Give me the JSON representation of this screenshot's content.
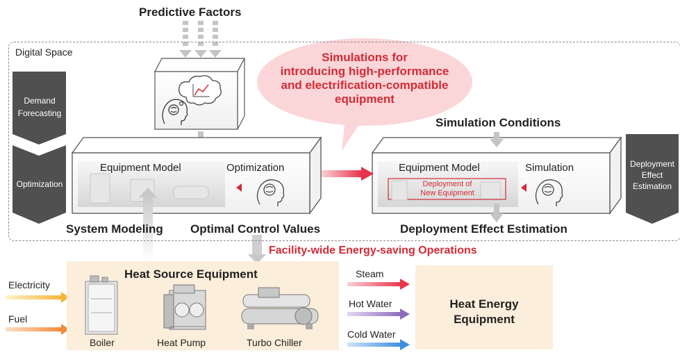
{
  "title": "Predictive Factors",
  "digital_space_label": "Digital Space",
  "bubble": {
    "line1": "Simulations for",
    "line2": "introducing high-performance",
    "line3": "and electrification-compatible",
    "line4": "equipment"
  },
  "left_chevrons": {
    "demand_line1": "Demand",
    "demand_line2": "Forecasting",
    "optimization": "Optimization"
  },
  "right_chevron": {
    "line1": "Deployment",
    "line2": "Effect",
    "line3": "Estimation"
  },
  "left_block": {
    "equipment_model": "Equipment Model",
    "optimization": "Optimization"
  },
  "right_block": {
    "equipment_model": "Equipment Model",
    "simulation": "Simulation",
    "deployment_line1": "Deployment of",
    "deployment_line2": "New Equipment"
  },
  "simulation_conditions": "Simulation Conditions",
  "system_modeling": "System Modeling",
  "optimal_control_values": "Optimal Control Values",
  "deployment_effect_estimation": "Deployment Effect Estimation",
  "facility_wide": "Facility-wide Energy-saving Operations",
  "heat_source": {
    "title": "Heat Source Equipment",
    "boiler": "Boiler",
    "heat_pump": "Heat Pump",
    "turbo_chiller": "Turbo Chiller"
  },
  "inputs": {
    "electricity": "Electricity",
    "fuel": "Fuel"
  },
  "outputs": {
    "steam": "Steam",
    "hot_water": "Hot Water",
    "cold_water": "Cold Water"
  },
  "heat_energy": {
    "line1": "Heat Energy",
    "line2": "Equipment"
  },
  "colors": {
    "red_text": "#d42a35",
    "bubble_fill": "#fbd6d8",
    "chevron": "#505050",
    "steam": "#e8344a",
    "hot_water": "#8e6bbd",
    "cold_water": "#3e8fe0",
    "electricity": "#f5b63a",
    "fuel": "#f08a3a"
  },
  "icons": [
    "brain-head-icon",
    "thought-cloud-chart-icon",
    "boiler-icon",
    "heat-pump-icon",
    "turbo-chiller-icon"
  ]
}
